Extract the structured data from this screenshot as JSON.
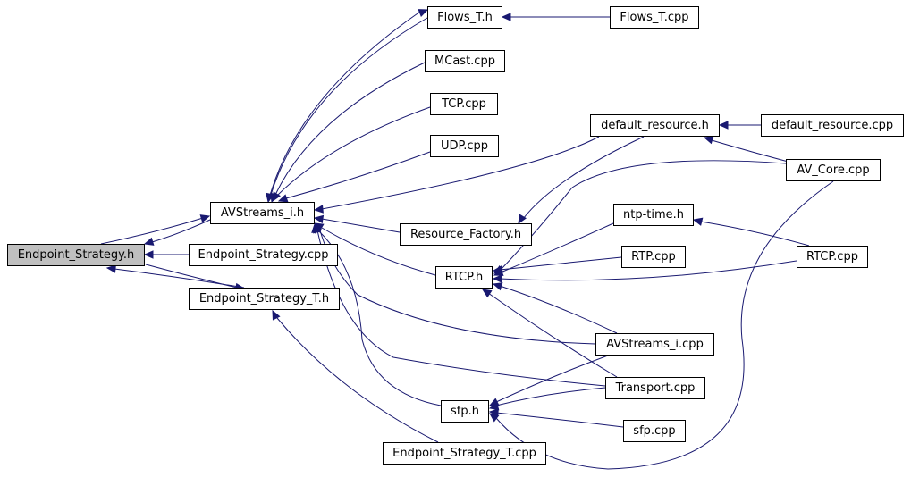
{
  "diagram": {
    "current": "endpoint_strategy_h",
    "colors": {
      "edge": "#191970",
      "current_fill": "#bfbfbf",
      "node_border": "#000000"
    },
    "nodes": {
      "endpoint_strategy_h": "Endpoint_Strategy.h",
      "avstreams_i_h": "AVStreams_i.h",
      "endpoint_strategy_cpp": "Endpoint_Strategy.cpp",
      "endpoint_strategy_t_h": "Endpoint_Strategy_T.h",
      "endpoint_strategy_t_cpp": "Endpoint_Strategy_T.cpp",
      "flows_t_h": "Flows_T.h",
      "flows_t_cpp": "Flows_T.cpp",
      "mcast_cpp": "MCast.cpp",
      "tcp_cpp": "TCP.cpp",
      "udp_cpp": "UDP.cpp",
      "default_resource_h": "default_resource.h",
      "default_resource_cpp": "default_resource.cpp",
      "av_core_cpp": "AV_Core.cpp",
      "resource_factory_h": "Resource_Factory.h",
      "ntp_time_h": "ntp-time.h",
      "rtcp_h": "RTCP.h",
      "rtp_cpp": "RTP.cpp",
      "rtcp_cpp": "RTCP.cpp",
      "avstreams_i_cpp": "AVStreams_i.cpp",
      "transport_cpp": "Transport.cpp",
      "sfp_h": "sfp.h",
      "sfp_cpp": "sfp.cpp"
    }
  }
}
